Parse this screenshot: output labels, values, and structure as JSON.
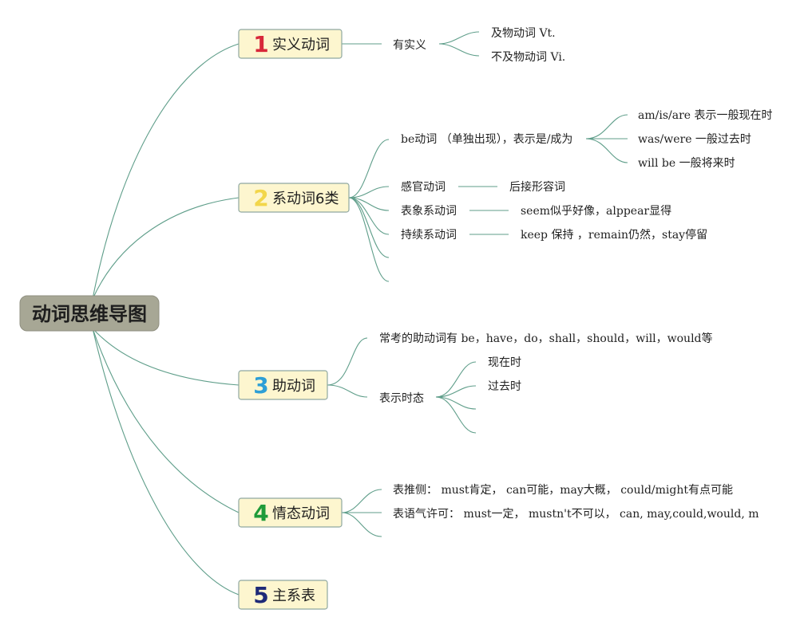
{
  "root": {
    "label": "动词思维导图"
  },
  "colors": {
    "line": "#5f9e8a",
    "root_fill": "#a7a795",
    "branch_fill": "#fdf6cf",
    "num1": "#d8283a",
    "num2": "#f2d64a",
    "num3": "#2d9fd6",
    "num4": "#1f9b3a",
    "num5": "#1e2a78"
  },
  "branches": [
    {
      "num": "1",
      "label": "实义动词",
      "l1": "有实义",
      "l1a": "及物动词 Vt.",
      "l1b": "不及物动词 Vi."
    },
    {
      "num": "2",
      "label": "系动词6类",
      "be": "be动词 （单独出现），表示是/成为",
      "be_a": "am/is/are 表示一般现在时",
      "be_b": "was/were 一般过去时",
      "be_c": "will be 一般将来时",
      "sense": "感官动词",
      "sense_d": "后接形容词",
      "seem": "表象系动词",
      "seem_d": "seem似乎好像，alppear显得",
      "keep": "持续系动词",
      "keep_d": "keep 保持 ，remain仍然，stay停留"
    },
    {
      "num": "3",
      "label": "助动词",
      "common": "常考的助动词有 be，have，do，shall，should，will，would等",
      "tense": "表示时态",
      "tense_a": "现在时",
      "tense_b": "过去时"
    },
    {
      "num": "4",
      "label": "情态动词",
      "guess": "表推侧：  must肯定，  can可能，may大概，  could/might有点可能",
      "mood": "表语气许可：  must一定，  mustn't不可以，  can, may,could,would, m"
    },
    {
      "num": "5",
      "label": "主系表"
    }
  ]
}
